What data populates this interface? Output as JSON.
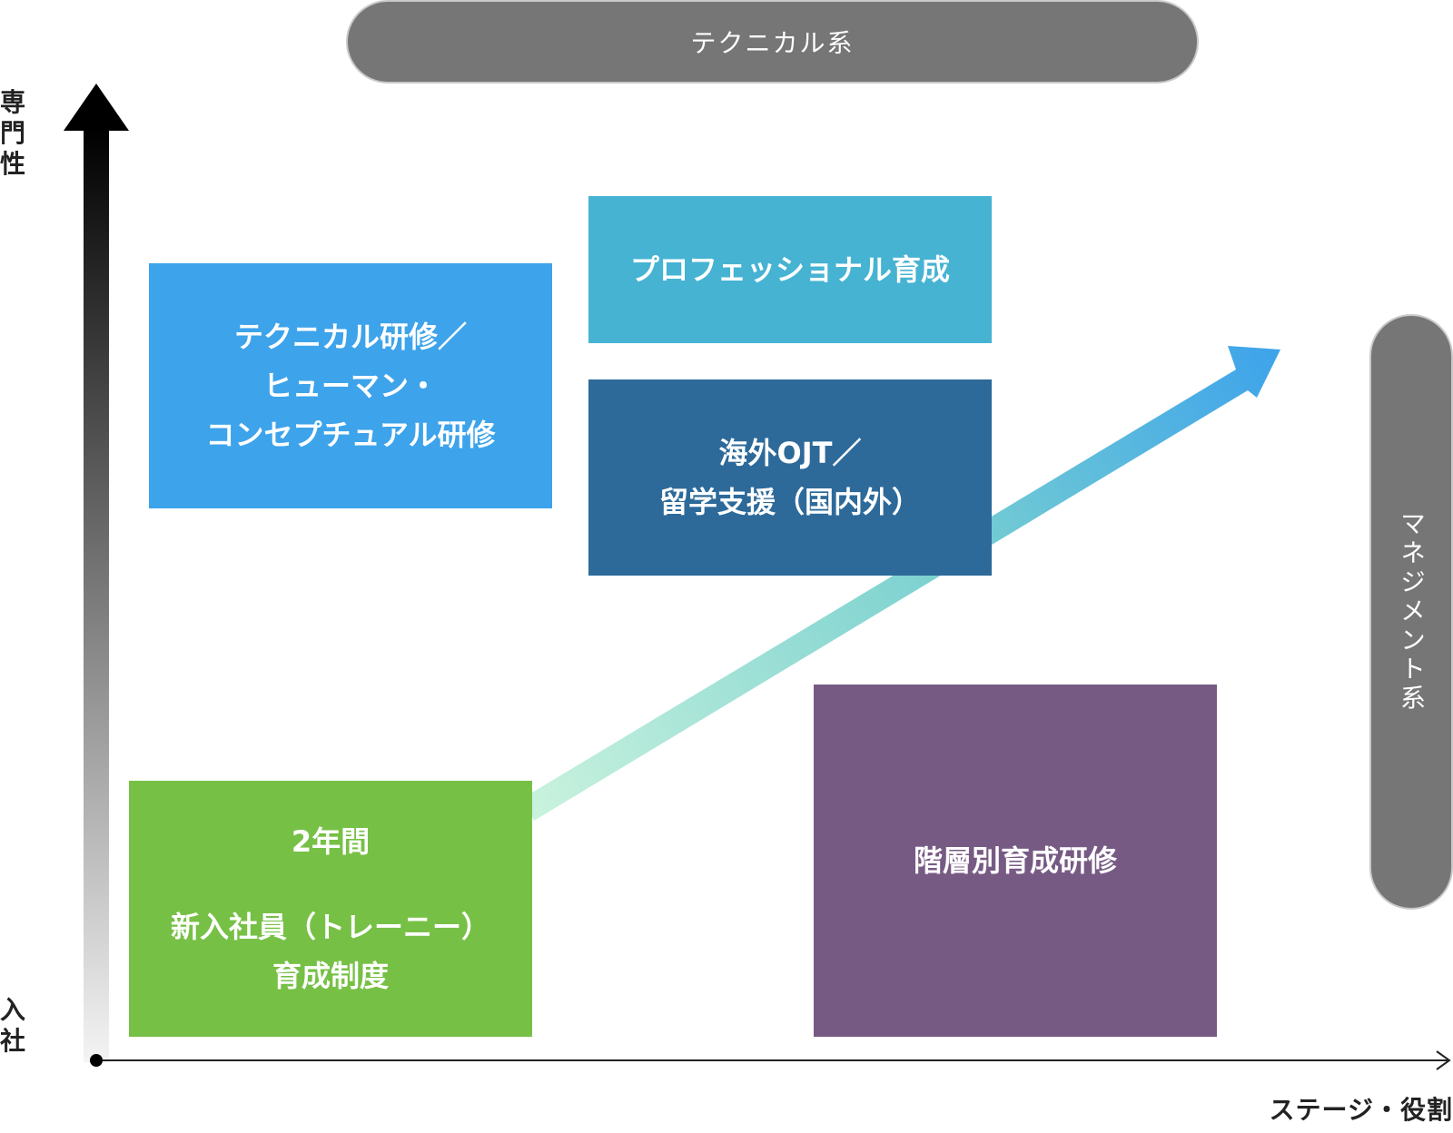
{
  "pills": {
    "top": "テクニカル系",
    "right": "マネジメント系"
  },
  "axes": {
    "y_top": [
      "専",
      "門",
      "性"
    ],
    "y_bottom": [
      "入",
      "社"
    ],
    "x": "ステージ・役割"
  },
  "boxes": {
    "technical": [
      "テクニカル研修／",
      "ヒューマン・",
      "コンセプチュアル研修"
    ],
    "professional": "プロフェッショナル育成",
    "ojt": [
      "海外OJT／",
      "留学支援（国内外）"
    ],
    "new_hire": {
      "period": "2年間",
      "lines": [
        "新入社員（トレーニー）",
        "育成制度"
      ]
    },
    "rank": "階層別育成研修"
  },
  "colors": {
    "pill": "#767676",
    "technical": "#3da3eb",
    "professional": "#46b3d3",
    "ojt": "#2d6a9a",
    "new_hire": "#77c046",
    "rank": "#775a84",
    "arrow_start": "#c8f2dd",
    "arrow_end": "#3da3eb",
    "y_axis_start": "#f2f2f2",
    "y_axis_end": "#000000"
  }
}
